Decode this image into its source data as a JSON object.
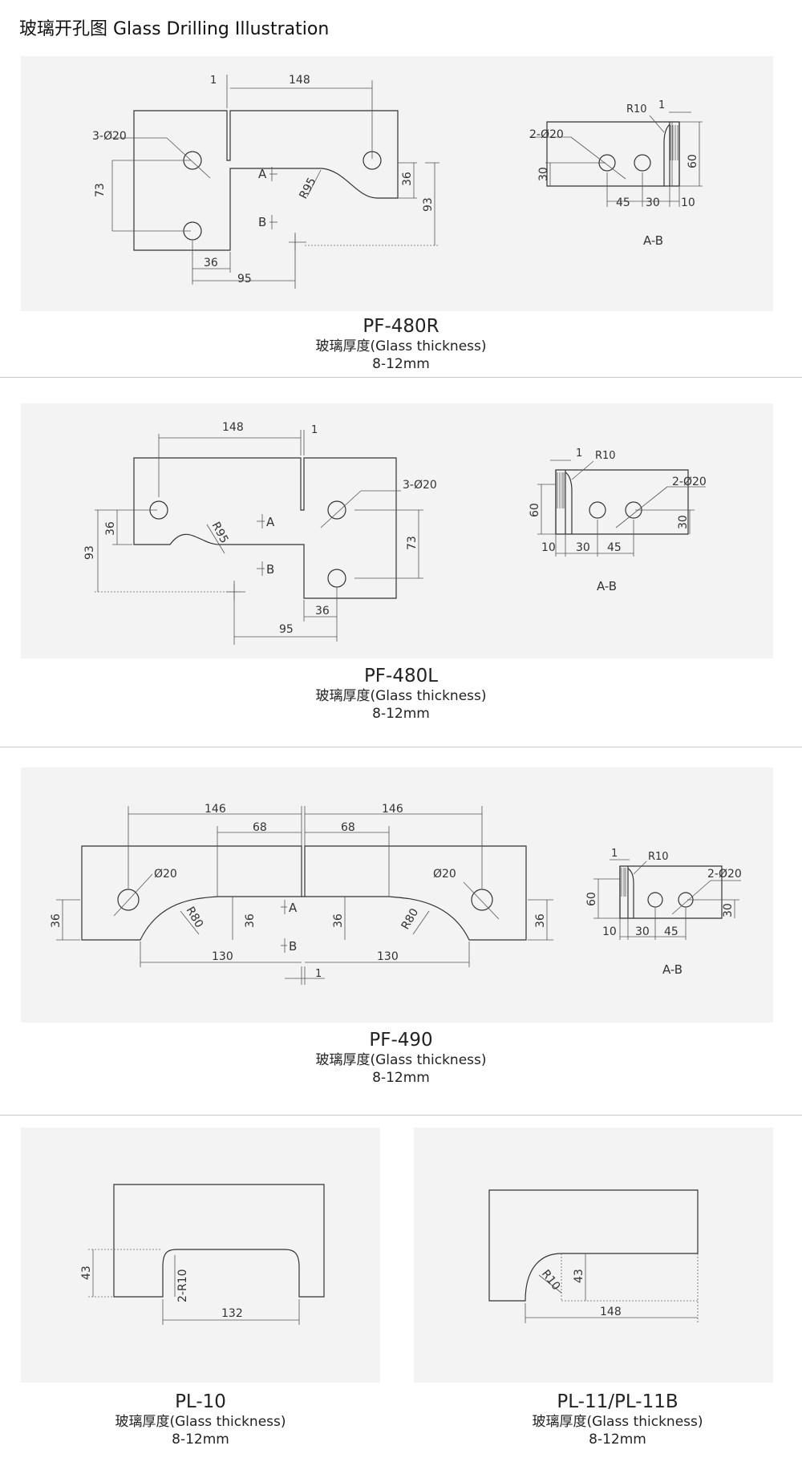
{
  "page": {
    "title": "玻璃开孔图  Glass Drilling Illustration"
  },
  "sections": [
    {
      "model": "PF-480R",
      "thickness_label": "玻璃厚度(Glass thickness)",
      "thickness_range": "8-12mm"
    },
    {
      "model": "PF-480L",
      "thickness_label": "玻璃厚度(Glass thickness)",
      "thickness_range": "8-12mm"
    },
    {
      "model": "PF-490",
      "thickness_label": "玻璃厚度(Glass thickness)",
      "thickness_range": "8-12mm"
    },
    {
      "model": "PL-10",
      "thickness_label": "玻璃厚度(Glass thickness)",
      "thickness_range": "8-12mm"
    },
    {
      "model": "PL-11/PL-11B",
      "thickness_label": "玻璃厚度(Glass thickness)",
      "thickness_range": "8-12mm"
    }
  ],
  "labels": {
    "d1": "1",
    "d148": "148",
    "holes3": "3-Ø20",
    "holes2": "2-Ø20",
    "r10": "R10",
    "r95": "R95",
    "r80": "R80",
    "d73": "73",
    "d36": "36",
    "d93": "93",
    "d95": "95",
    "d60": "60",
    "d30": "30",
    "d45": "45",
    "d10": "10",
    "a": "A",
    "b": "B",
    "ab": "A-B",
    "d146": "146",
    "d68": "68",
    "d130": "130",
    "hole1": "Ø20",
    "d43": "43",
    "r10x2": "2-R10",
    "d132": "132"
  },
  "colors": {
    "panel_bg": "#f3f3f3",
    "line": "#333333",
    "divider": "#c8c8c8"
  }
}
